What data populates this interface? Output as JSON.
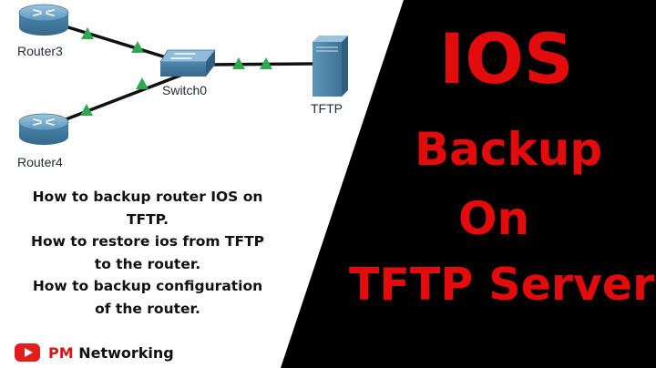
{
  "topology": {
    "devices": {
      "router3": "Router3",
      "router4": "Router4",
      "switch": "Switch0",
      "server": "TFTP"
    }
  },
  "description": {
    "lines": [
      "How to backup router IOS on",
      "TFTP.",
      "How to restore ios from TFTP",
      "to the router.",
      "How to backup configuration",
      "of the router."
    ]
  },
  "brand": {
    "icon": "youtube-play-icon",
    "prefix": "PM",
    "name": "Networking"
  },
  "title": {
    "lines": [
      "IOS",
      "Backup",
      "On",
      "TFTP Server"
    ]
  },
  "colors": {
    "background_dark": "#000000",
    "background_light": "#ffffff",
    "title_red": "#e30b0b",
    "link_up": "#2fa84f",
    "device_blue": "#4a86a8"
  }
}
